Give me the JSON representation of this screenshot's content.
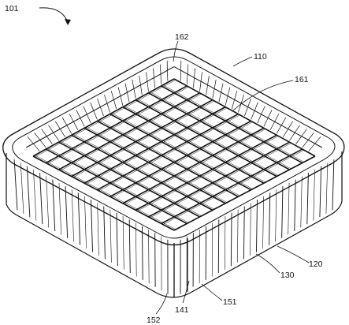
{
  "labels": {
    "fig": "101",
    "frame_top": "110",
    "grid_center": "161",
    "corner_post": "162",
    "side_wall": "120",
    "wall_panel": "130",
    "bottom_edge": "141",
    "rib": "151",
    "corner_foot": "152"
  }
}
